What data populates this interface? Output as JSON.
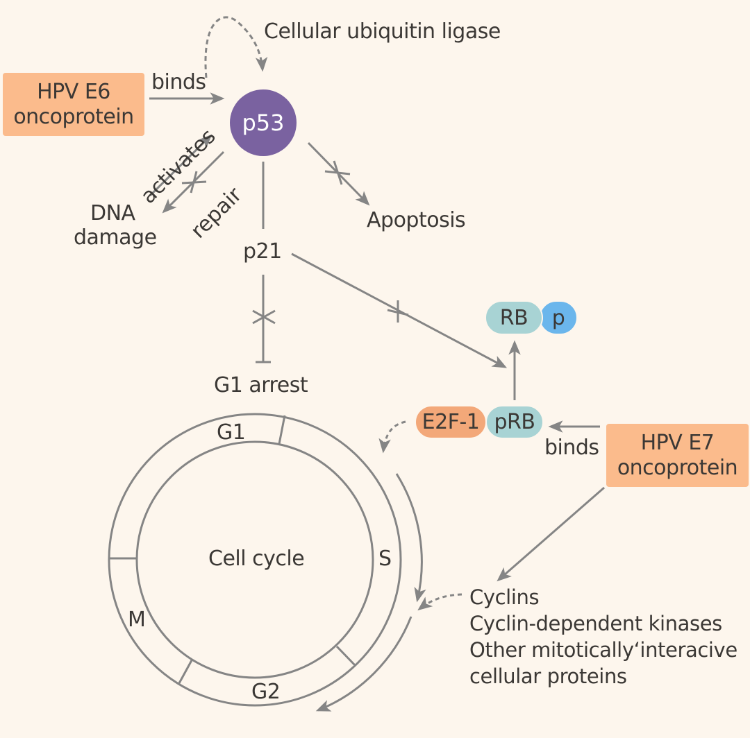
{
  "colors": {
    "background": "#fdf6ed",
    "oncoprotein_box": "#fbbb8c",
    "p53": "#7a62a0",
    "rb_pill": "#a8d3d4",
    "phosphate": "#6bb6ec",
    "e2f1": "#f3a879",
    "arrow": "#858585",
    "text": "#3b3835"
  },
  "nodes": {
    "e6_box": {
      "line1": "HPV E6",
      "line2": "oncoprotein"
    },
    "e7_box": {
      "line1": "HPV E7",
      "line2": "oncoprotein"
    },
    "p53": "p53",
    "ubiquitin_ligase": "Cellular ubiquitin ligase",
    "dna_damage": {
      "line1": "DNA",
      "line2": "damage"
    },
    "apoptosis": "Apoptosis",
    "p21": "p21",
    "g1_arrest": "G1 arrest",
    "rb": "RB",
    "phosphate": "p",
    "e2f1": "E2F-1",
    "prb": "pRB",
    "cell_cycle": "Cell cycle",
    "cyclins_list": [
      "Cyclins",
      "Cyclin-dependent kinases",
      "Other mitotically‘interacive",
      "cellular proteins"
    ]
  },
  "edge_labels": {
    "e6_binds": "binds",
    "e7_binds": "binds",
    "activates": "activates",
    "repair": "repair"
  },
  "cell_cycle_phases": [
    "G1",
    "S",
    "G2",
    "M"
  ]
}
